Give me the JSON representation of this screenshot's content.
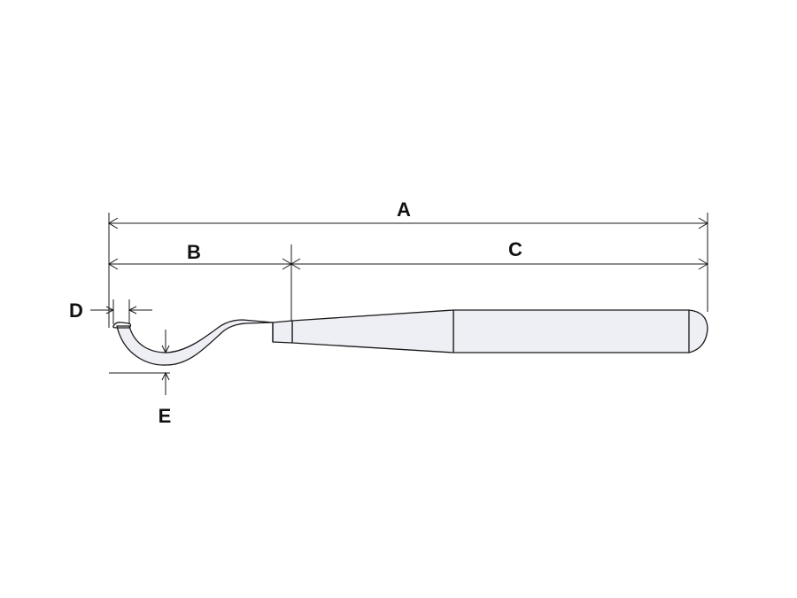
{
  "labels": {
    "a": "A",
    "b": "B",
    "c": "C",
    "d": "D",
    "e": "E"
  },
  "colors": {
    "body_fill": "#eeeef5",
    "line": "#1a1a1a"
  }
}
